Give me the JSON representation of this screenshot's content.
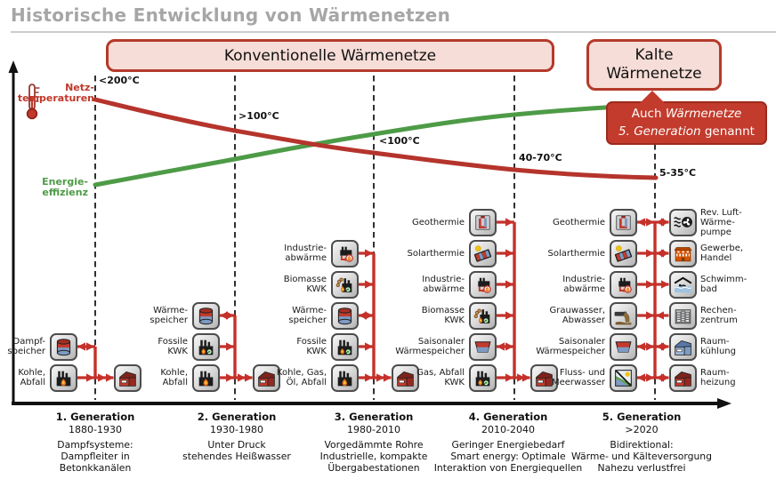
{
  "title": "Historische Entwicklung von Wärmenetzen",
  "banners": {
    "konventionell": "Konventionelle Wärmenetze",
    "kalt_line1": "Kalte",
    "kalt_line2": "Wärmenetze",
    "callout_auch": "Auch",
    "callout_waermenetze": "Wärmenetze",
    "callout_generation": "5. Generation",
    "callout_genannt": "genannt"
  },
  "axis": {
    "temp_label_line1": "Netz-",
    "temp_label_line2": "temperaturen",
    "eff_label_line1": "Energie-",
    "eff_label_line2": "effizienz"
  },
  "curves": {
    "temperature": {
      "color": "#b5342c"
    },
    "efficiency": {
      "color": "#4e9b47"
    }
  },
  "network_color": "#c5312a",
  "generations": [
    {
      "name": "1. Generation",
      "years": "1880-1930",
      "temp_label": "<200°C",
      "description": [
        "Dampfsysteme:",
        "Dampfleiter in",
        "Betonkkanälen"
      ],
      "sources": [
        {
          "lines": [
            "Dampf-",
            "speicher"
          ],
          "icon": "storage-cylinder",
          "dir": "both"
        },
        {
          "lines": [
            "Kohle,",
            "Abfall"
          ],
          "icon": "coal-furnace",
          "dir": "in"
        }
      ],
      "consumer": {
        "icon": "space-heating-building"
      }
    },
    {
      "name": "2. Generation",
      "years": "1930-1980",
      "temp_label": ">100°C",
      "description": [
        "Unter Druck",
        "stehendes Heißwasser"
      ],
      "sources": [
        {
          "lines": [
            "Wärme-",
            "speicher"
          ],
          "icon": "storage-cylinder",
          "dir": "both"
        },
        {
          "lines": [
            "Fossile",
            "KWK"
          ],
          "icon": "fossil-chp",
          "dir": "in"
        },
        {
          "lines": [
            "Kohle,",
            "Abfall"
          ],
          "icon": "coal-furnace",
          "dir": "in"
        }
      ],
      "consumer": {
        "icon": "space-heating-building"
      }
    },
    {
      "name": "3. Generation",
      "years": "1980-2010",
      "temp_label": "<100°C",
      "description": [
        "Vorgedämmte Rohre",
        "Industrielle, kompakte",
        "Übergabestationen"
      ],
      "sources": [
        {
          "lines": [
            "Industrie-",
            "abwärme"
          ],
          "icon": "industrial-waste-heat",
          "dir": "in"
        },
        {
          "lines": [
            "Biomasse",
            "KWK"
          ],
          "icon": "biomass-chp",
          "dir": "in"
        },
        {
          "lines": [
            "Wärme-",
            "speicher"
          ],
          "icon": "storage-cylinder",
          "dir": "both"
        },
        {
          "lines": [
            "Fossile",
            "KWK"
          ],
          "icon": "fossil-chp",
          "dir": "in"
        },
        {
          "lines": [
            "Kohle, Gas,",
            "Öl, Abfall"
          ],
          "icon": "coal-furnace",
          "dir": "in"
        }
      ],
      "consumer": {
        "icon": "space-heating-building"
      }
    },
    {
      "name": "4. Generation",
      "years": "2010-2040",
      "temp_label": "40-70°C",
      "description": [
        "Geringer Energiebedarf",
        "Smart energy: Optimale",
        "Interaktion von Energiequellen"
      ],
      "sources": [
        {
          "lines": [
            "Geothermie"
          ],
          "icon": "geothermal",
          "dir": "in"
        },
        {
          "lines": [
            "Solarthermie"
          ],
          "icon": "solar-thermal",
          "dir": "in"
        },
        {
          "lines": [
            "Industrie-",
            "abwärme"
          ],
          "icon": "industrial-waste-heat",
          "dir": "in"
        },
        {
          "lines": [
            "Biomasse",
            "KWK"
          ],
          "icon": "biomass-chp",
          "dir": "in"
        },
        {
          "lines": [
            "Saisonaler",
            "Wärmespeicher"
          ],
          "icon": "seasonal-storage",
          "dir": "both"
        },
        {
          "lines": [
            "Gas, Abfall",
            "KWK"
          ],
          "icon": "fossil-chp",
          "dir": "in"
        }
      ],
      "consumer": {
        "icon": "space-heating-building"
      }
    },
    {
      "name": "5. Generation",
      "years": ">2020",
      "temp_label": "5-35°C",
      "description": [
        "Bidirektional:",
        "Wärme- und Kälteversorgung",
        "Nahezu verlustfrei"
      ],
      "sources": [
        {
          "lines": [
            "Geothermie"
          ],
          "icon": "geothermal",
          "dir": "both"
        },
        {
          "lines": [
            "Solarthermie"
          ],
          "icon": "solar-thermal",
          "dir": "in"
        },
        {
          "lines": [
            "Industrie-",
            "abwärme"
          ],
          "icon": "industrial-waste-heat",
          "dir": "in"
        },
        {
          "lines": [
            "Grauwasser,",
            "Abwasser"
          ],
          "icon": "greywater",
          "dir": "in"
        },
        {
          "lines": [
            "Saisonaler",
            "Wärmespeicher"
          ],
          "icon": "seasonal-storage",
          "dir": "both"
        },
        {
          "lines": [
            "Fluss- und",
            "Meerwasser"
          ],
          "icon": "river-seawater",
          "dir": "both"
        }
      ],
      "consumers": [
        {
          "lines": [
            "Rev. Luft-",
            "Wärme-",
            "pumpe"
          ],
          "icon": "reversible-air-heat-pump",
          "dir": "both"
        },
        {
          "lines": [
            "Gewerbe,",
            "Handel"
          ],
          "icon": "commerce-building",
          "dir": "both"
        },
        {
          "lines": [
            "Schwimm-",
            "bad"
          ],
          "icon": "swimming-pool",
          "dir": "out"
        },
        {
          "lines": [
            "Rechen-",
            "zentrum"
          ],
          "icon": "data-center",
          "dir": "back"
        },
        {
          "lines": [
            "Raum-",
            "kühlung"
          ],
          "icon": "space-cooling-building",
          "dir": "both"
        },
        {
          "lines": [
            "Raum-",
            "heizung"
          ],
          "icon": "space-heating-building",
          "dir": "both"
        }
      ]
    }
  ]
}
